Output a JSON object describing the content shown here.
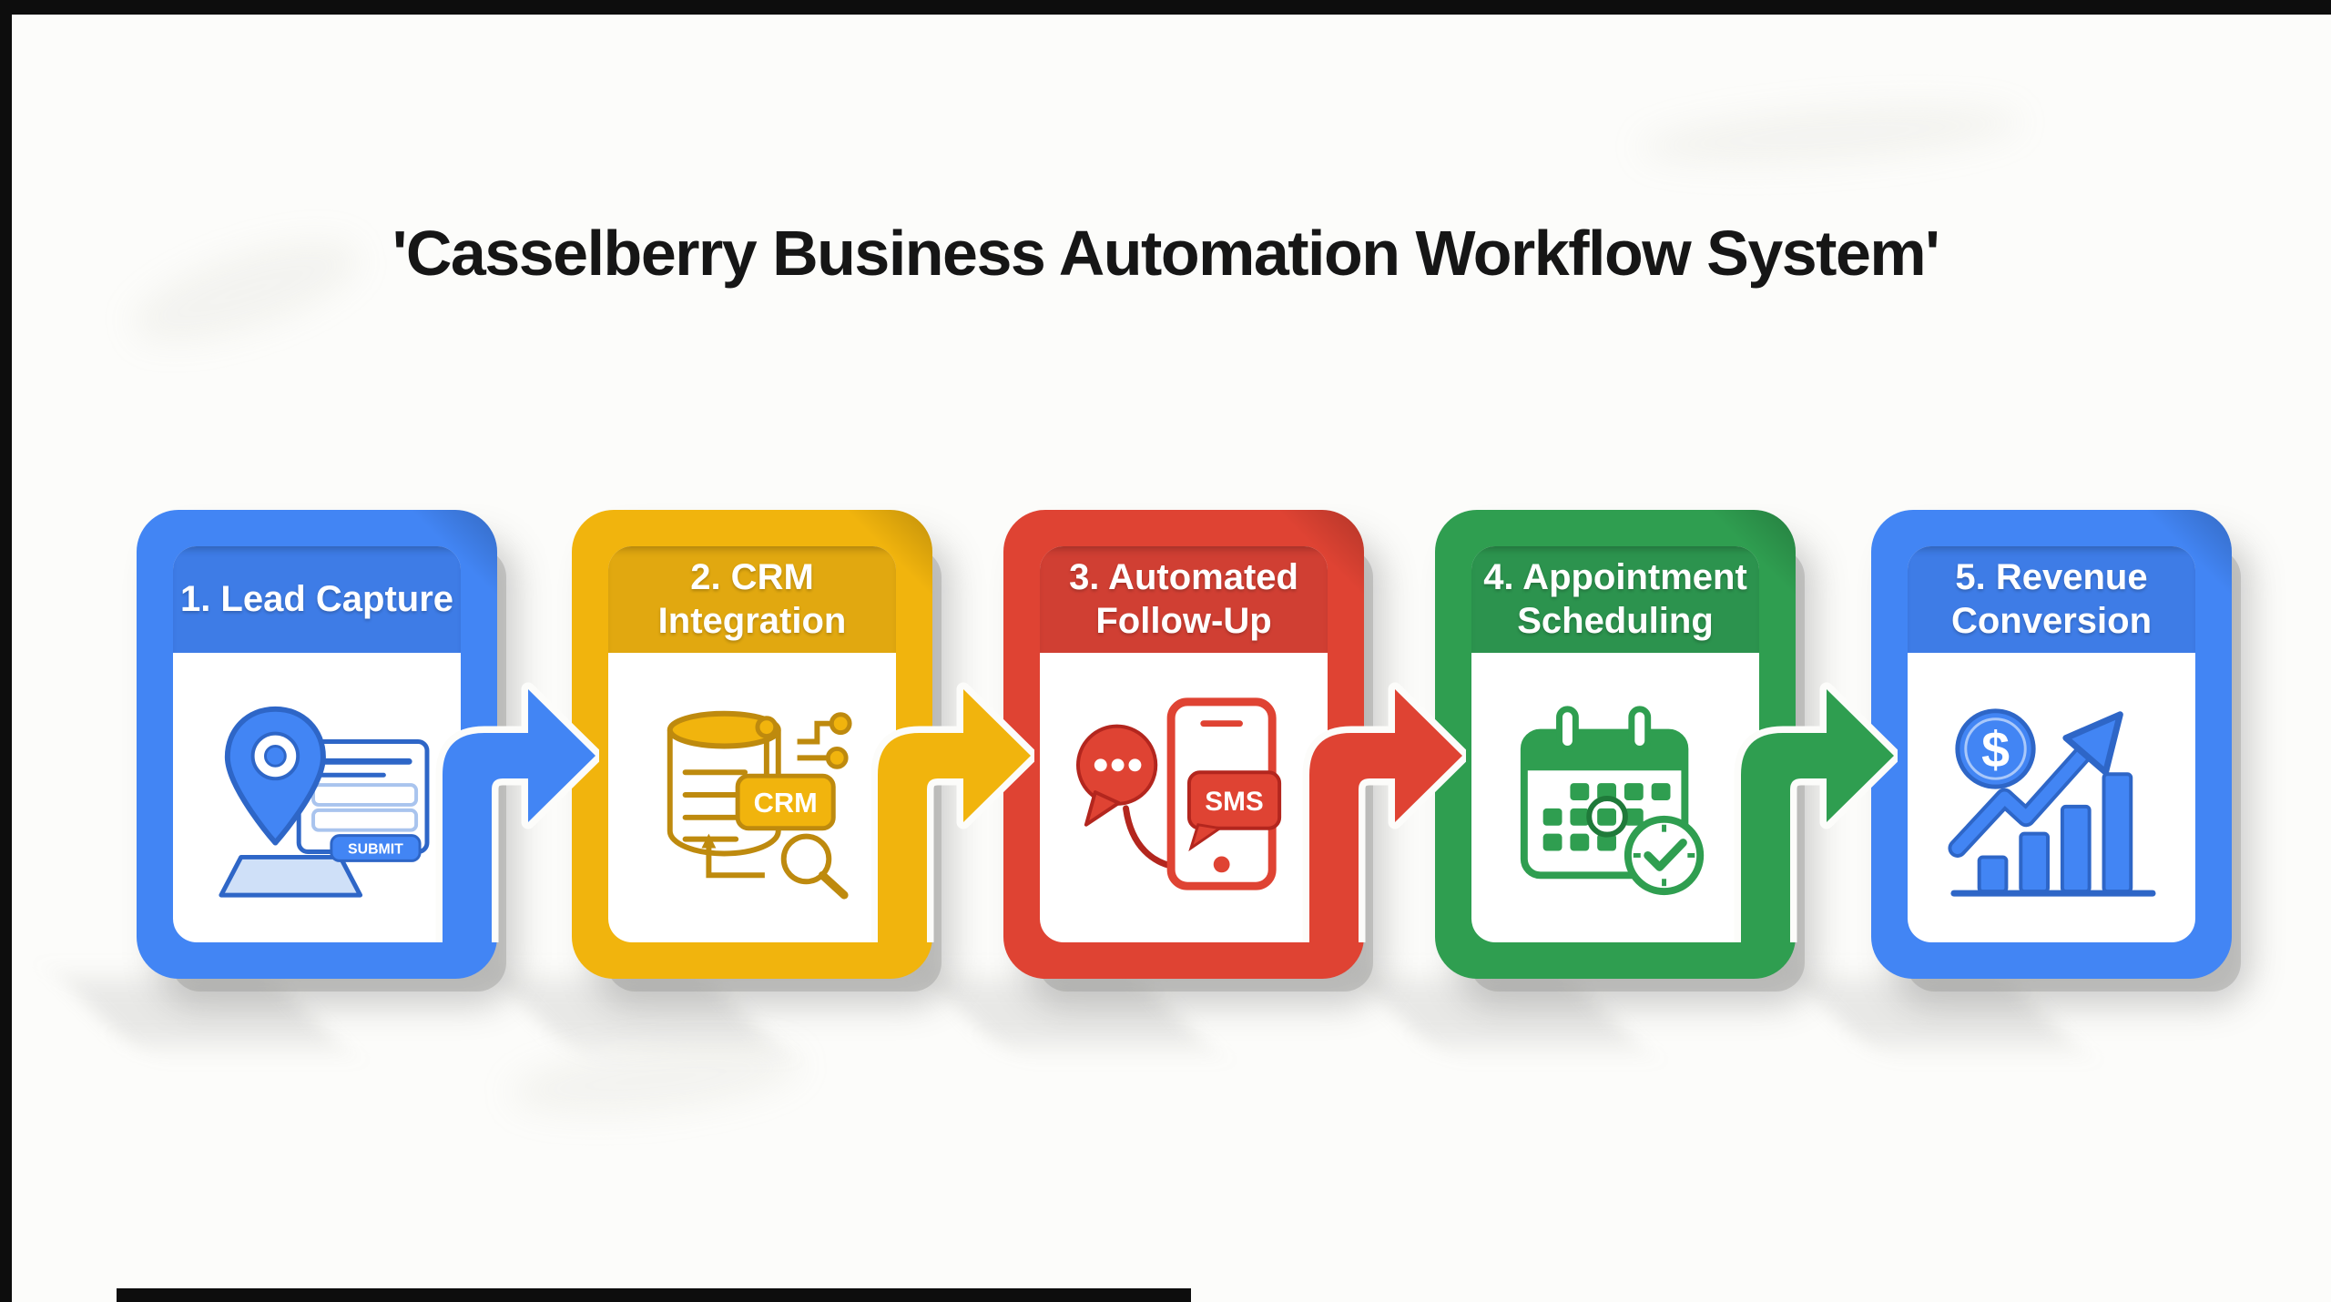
{
  "frame": {
    "color": "#0D0D0D"
  },
  "background_color": "#FCFCFA",
  "title": {
    "text": "'Casselberry Business Automation Workflow System'"
  },
  "steps": [
    {
      "label": "1. Lead Capture",
      "color": "#4285F4",
      "accent_dark": "#2E66C7",
      "icon": "map-pin-lead-form-icon",
      "button_label": "SUBMIT"
    },
    {
      "label": "2. CRM Integration",
      "color": "#F1B40D",
      "accent_dark": "#BE8A0E",
      "icon": "crm-database-search-icon",
      "badge_label": "CRM"
    },
    {
      "label": "3. Automated Follow-Up",
      "color": "#DF4333",
      "accent_dark": "#B3261E",
      "icon": "chat-phone-sms-icon",
      "badge_label": "SMS"
    },
    {
      "label": "4. Appointment Scheduling",
      "color": "#2F9E50",
      "accent_dark": "#1F7A3A",
      "icon": "calendar-clock-check-icon"
    },
    {
      "label": "5. Revenue Conversion",
      "color": "#4285F4",
      "accent_dark": "#2E66C7",
      "icon": "growth-chart-dollar-icon",
      "coin_symbol": "$"
    }
  ],
  "arrows": [
    {
      "from": "1. Lead Capture",
      "to": "2. CRM Integration",
      "color": "#4285F4"
    },
    {
      "from": "2. CRM Integration",
      "to": "3. Automated Follow-Up",
      "color": "#F1B40D"
    },
    {
      "from": "3. Automated Follow-Up",
      "to": "4. Appointment Scheduling",
      "color": "#DF4333"
    },
    {
      "from": "4. Appointment Scheduling",
      "to": "5. Revenue Conversion",
      "color": "#2F9E50"
    }
  ]
}
